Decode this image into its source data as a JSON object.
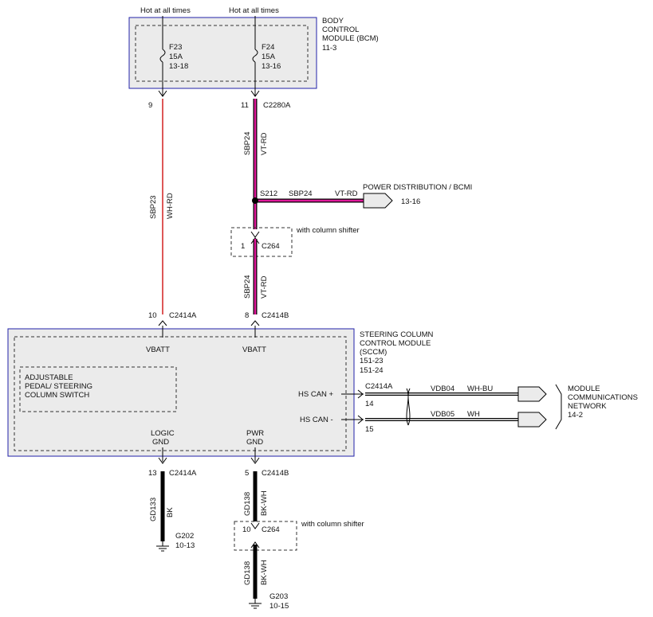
{
  "bcm": {
    "hot1": "Hot at all times",
    "hot2": "Hot at all times",
    "title_l1": "BODY",
    "title_l2": "CONTROL",
    "title_l3": "MODULE (BCM)",
    "ref": "11-3",
    "fuse1": {
      "name": "F23",
      "amps": "15A",
      "ref": "13-18"
    },
    "fuse2": {
      "name": "F24",
      "amps": "15A",
      "ref": "13-16"
    }
  },
  "c2280": {
    "pin_left": "9",
    "pin_right": "11",
    "connector": "C2280A"
  },
  "wires": {
    "sbp23": "SBP23",
    "wh_rd": "WH-RD",
    "sbp24_a": "SBP24",
    "vt_rd_a": "VT-RD",
    "sbp24_b": "SBP24",
    "vt_rd_b": "VT-RD",
    "sbp24_c": "SBP24",
    "vt_rd_c": "VT-RD",
    "gd133": "GD133",
    "bk": "BK",
    "gd138_a": "GD138",
    "bk_wh_a": "BK-WH",
    "gd138_b": "GD138",
    "bk_wh_b": "BK-WH",
    "vdb04": "VDB04",
    "wh_bu": "WH-BU",
    "vdb05": "VDB05",
    "wh": "WH"
  },
  "splice": {
    "name": "S212",
    "dest": "POWER DISTRIBUTION / BCMI",
    "ref": "13-16"
  },
  "c264_top": {
    "pin": "1",
    "connector": "C264",
    "note": "with column shifter"
  },
  "c2414_top": {
    "pin_left": "10",
    "conn_left": "C2414A",
    "pin_right": "8",
    "conn_right": "C2414B"
  },
  "sccm": {
    "title_l1": "STEERING COLUMN",
    "title_l2": "CONTROL MODULE",
    "title_l3": "(SCCM)",
    "ref1": "151-23",
    "ref2": "151-24",
    "vbatt1": "VBATT",
    "vbatt2": "VBATT",
    "switch_l1": "ADJUSTABLE",
    "switch_l2": "PEDAL/ STEERING",
    "switch_l3": "COLUMN SWITCH",
    "hs_can_plus": "HS CAN +",
    "hs_can_minus": "HS CAN -",
    "logic_l1": "LOGIC",
    "logic_l2": "GND",
    "pwr_l1": "PWR",
    "pwr_l2": "GND"
  },
  "can": {
    "connector": "C2414A",
    "pin_plus": "14",
    "pin_minus": "15"
  },
  "network": {
    "l1": "MODULE",
    "l2": "COMMUNICATIONS",
    "l3": "NETWORK",
    "ref": "14-2"
  },
  "c2414_bottom": {
    "pin_left": "13",
    "conn_left": "C2414A",
    "pin_right": "5",
    "conn_right": "C2414B"
  },
  "g202": {
    "name": "G202",
    "ref": "10-13"
  },
  "c264_bottom": {
    "pin": "10",
    "connector": "C264",
    "note": "with column shifter"
  },
  "g203": {
    "name": "G203",
    "ref": "10-15"
  },
  "colors": {
    "magenta": "#e0189a",
    "red": "#d42020",
    "black": "#000000",
    "module_fill": "#ebebeb",
    "module_border": "#2222aa"
  }
}
